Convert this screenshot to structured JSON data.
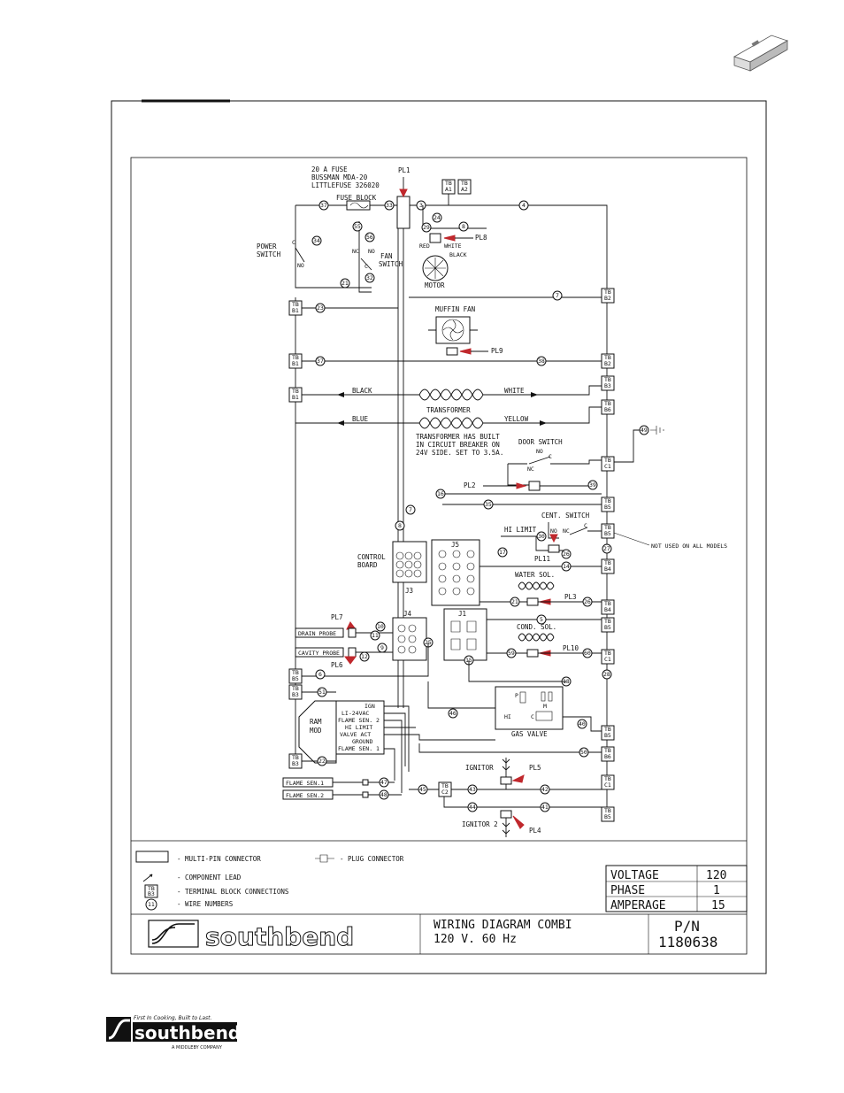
{
  "fuse": {
    "line1": "20 A FUSE",
    "line2": "BUSSMAN MDA-20",
    "line3": "LITTLEFUSE 326020",
    "block_label": "FUSE BLOCK"
  },
  "connectors": {
    "pl1": "PL1",
    "pl2": "PL2",
    "pl3": "PL3",
    "pl4": "PL4",
    "pl5": "PL5",
    "pl6": "PL6",
    "pl7": "PL7",
    "pl8": "PL8",
    "pl9": "PL9",
    "pl10": "PL10",
    "pl11": "PL11"
  },
  "terminals": {
    "a1": [
      "TB",
      "A1"
    ],
    "a2": [
      "TB",
      "A2"
    ],
    "b1_a": [
      "TB",
      "B1"
    ],
    "b1_b": [
      "TB",
      "B1"
    ],
    "b1_c": [
      "TB",
      "B1"
    ],
    "b2_a": [
      "TB",
      "B2"
    ],
    "b2_b": [
      "TB",
      "B2"
    ],
    "b3": [
      "TB",
      "B3"
    ],
    "b6": [
      "TB",
      "B6"
    ],
    "c1_a": [
      "TB",
      "C1"
    ],
    "b5_a": [
      "TB",
      "B5"
    ],
    "b5_b": [
      "TB",
      "B5"
    ],
    "b4_a": [
      "TB",
      "B4"
    ],
    "b4_b": [
      "TB",
      "B4"
    ],
    "b5_c": [
      "TB",
      "B5"
    ],
    "c1_b": [
      "TB",
      "C1"
    ],
    "b3_b": [
      "TB",
      "B3"
    ],
    "b3_c": [
      "TB",
      "B3"
    ],
    "b5_d": [
      "TB",
      "B5"
    ],
    "b6_b": [
      "TB",
      "B6"
    ],
    "c1_c": [
      "TB",
      "C1"
    ],
    "c2": [
      "TB",
      "C2"
    ],
    "b5_e": [
      "TB",
      "B5"
    ],
    "b2_c": [
      "TB",
      "B2"
    ]
  },
  "components": {
    "power_switch": [
      "POWER",
      "SWITCH"
    ],
    "fan_switch": [
      "FAN",
      "SWITCH"
    ],
    "motor": "MOTOR",
    "muffin_fan": "MUFFIN FAN",
    "transformer": "TRANSFORMER",
    "transformer_note": [
      "TRANSFORMER HAS BUILT",
      "IN CIRCUIT BREAKER ON",
      "24V SIDE.  SET TO 3.5A."
    ],
    "door_switch": "DOOR SWITCH",
    "cent_switch": "CENT. SWITCH",
    "hi_limit": "HI LIMIT",
    "not_used": "NOT USED ON ALL MODELS",
    "control_board": [
      "CONTROL",
      "BOARD"
    ],
    "water_sol": "WATER SOL.",
    "cond_sol": "COND. SOL.",
    "gas_valve": "GAS VALVE",
    "ram_mod": [
      "RAM",
      "MOD"
    ],
    "ram_pins": [
      "IGN",
      "LI-24VAC",
      "FLAME SEN. 2",
      "HI LIMIT",
      "VALVE ACT",
      "GROUND",
      "FLAME SEN. 1"
    ],
    "drain_probe": "DRAIN PROBE",
    "cavity_probe": "CAVITY PROBE",
    "flame_sen1": "FLAME SEN.1",
    "flame_sen2": "FLAME SEN.2",
    "ignitor": "IGNITOR",
    "ignitor2": "IGNITOR 2",
    "j_labels": [
      "J3",
      "J4",
      "J5",
      "J1"
    ]
  },
  "wire_colors": {
    "black": "BLACK",
    "white": "WHITE",
    "blue": "BLUE",
    "yellow": "YELLOW",
    "red": "RED"
  },
  "switch_labels": {
    "c": "C",
    "no": "NO",
    "nc": "NC"
  },
  "wire_numbers": [
    "37",
    "33",
    "3",
    "4",
    "29",
    "24",
    "8",
    "55",
    "56",
    "34",
    "21",
    "32",
    "23",
    "7",
    "37",
    "38",
    "16",
    "35",
    "17",
    "39",
    "14",
    "26",
    "27",
    "6",
    "8",
    "9",
    "10",
    "11",
    "12",
    "25",
    "28",
    "40",
    "46",
    "43",
    "42",
    "44",
    "41",
    "47",
    "48",
    "45",
    "50",
    "51",
    "52",
    "53",
    "22",
    "18",
    "30",
    "49",
    "54"
  ],
  "legend": {
    "multi_pin": "- MULTI-PIN CONNECTOR",
    "plug": "- PLUG CONNECTOR",
    "component_lead": "- COMPONENT LEAD",
    "terminal_block": "- TERMINAL BLOCK CONNECTIONS",
    "wire_numbers": "- WIRE NUMBERS"
  },
  "specs": {
    "voltage_label": "VOLTAGE",
    "voltage": "120",
    "phase_label": "PHASE",
    "phase": "1",
    "amperage_label": "AMPERAGE",
    "amperage": "15"
  },
  "title_block": {
    "brand": "southbend",
    "title_line1": "WIRING DIAGRAM  COMBI",
    "title_line2": "120 V. 60 Hz",
    "pn_label": "P/N",
    "pn": "1180638"
  },
  "footer": {
    "tagline": "First In Cooking, Built to Last.",
    "brand": "southbend",
    "company": "A MIDDLEBY COMPANY"
  }
}
